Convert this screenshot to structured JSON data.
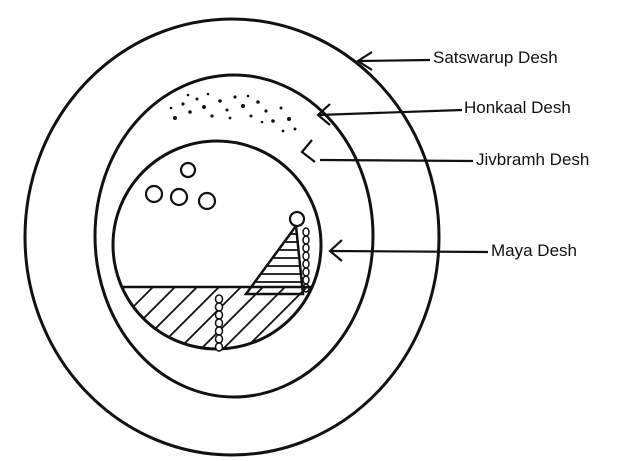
{
  "labels": {
    "satswarup": "Satswarup Desh",
    "honkaal": "Honkaal Desh",
    "jivbramh": "Jivbramh Desh",
    "maya": "Maya Desh"
  },
  "colors": {
    "ink": "#111111",
    "background": "#ffffff"
  }
}
